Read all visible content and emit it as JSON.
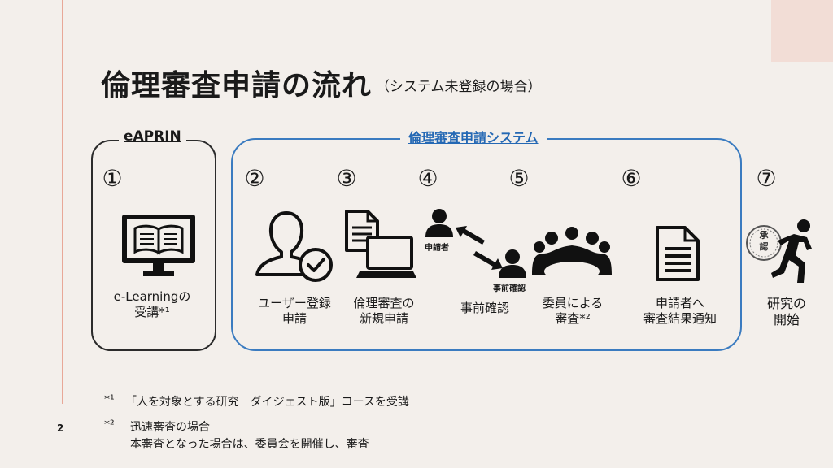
{
  "slide": {
    "title": "倫理審査申請の流れ",
    "subtitle": "（システム未登録の場合）",
    "page_number": "2"
  },
  "groups": {
    "eaprin": "eAPRIN",
    "system": "倫理審査申請システム"
  },
  "steps": [
    {
      "num": "①",
      "label": "e-Learningの\n受講*¹",
      "icon": "elearning-monitor-book-icon"
    },
    {
      "num": "②",
      "label": "ユーザー登録\n申請",
      "icon": "user-check-icon"
    },
    {
      "num": "③",
      "label": "倫理審査の\n新規申請",
      "icon": "document-laptop-icon"
    },
    {
      "num": "④",
      "label": "事前確認",
      "icon": "exchange-arrows-icon",
      "sub_applicant": "申請者",
      "sub_precheck": "事前確認"
    },
    {
      "num": "⑤",
      "label": "委員による\n審査*²",
      "icon": "committee-meeting-icon"
    },
    {
      "num": "⑥",
      "label": "申請者へ\n審査結果通知",
      "icon": "document-icon"
    },
    {
      "num": "⑦",
      "label": "研究の\n開始",
      "icon": "running-person-icon",
      "stamp": "承\n認"
    }
  ],
  "notes": [
    {
      "mark": "*¹",
      "text": "「人を対象とする研究　ダイジェスト版」コースを受講"
    },
    {
      "mark": "*²",
      "text": "迅速審査の場合"
    },
    {
      "mark": "",
      "text": "本審査となった場合は、委員会を開催し、審査"
    }
  ]
}
